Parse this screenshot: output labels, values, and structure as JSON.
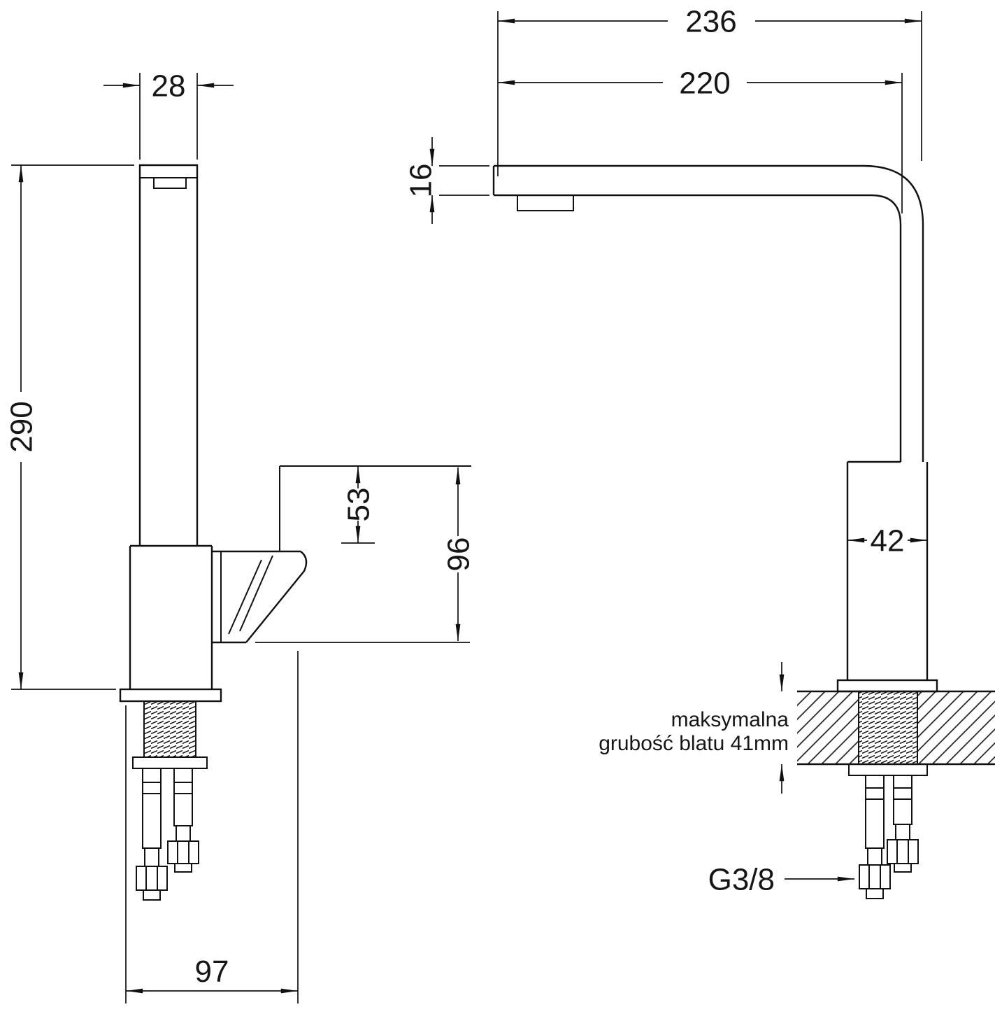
{
  "drawing": {
    "type": "technical-dimension-drawing",
    "subject": "kitchen sink faucet, two orthographic views",
    "background": "#ffffff",
    "line_color": "#111111",
    "text_color": "#161616",
    "views": {
      "side": {
        "dim_spout_width": "28",
        "dim_total_height": "290",
        "dim_handle_offset": "53",
        "dim_handle_height": "96",
        "dim_base_depth": "97"
      },
      "front": {
        "dim_total_reach": "236",
        "dim_spout_reach": "220",
        "dim_spout_thickness": "16",
        "dim_body_width": "42",
        "note_line1": "maksymalna",
        "note_line2": "grubość blatu 41mm",
        "connector_label": "G3/8"
      }
    }
  }
}
